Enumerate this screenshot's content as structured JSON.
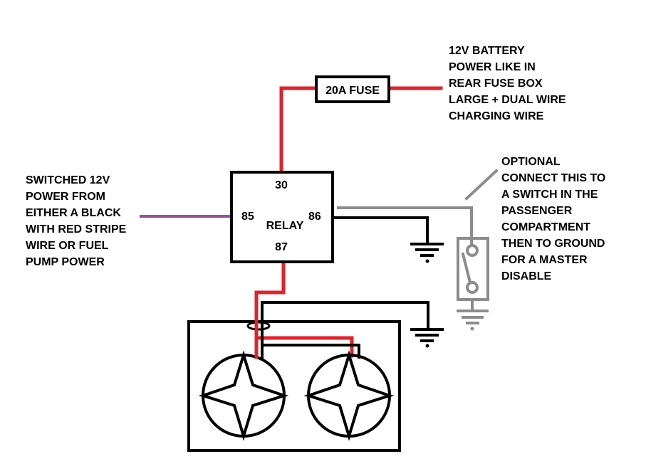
{
  "colors": {
    "red_wire": "#e0222a",
    "black_wire": "#000000",
    "gray_wire": "#8c8c8c",
    "purple_wire": "#9b4f9b"
  },
  "fuse": {
    "label": "20A FUSE"
  },
  "relay": {
    "label": "RELAY",
    "pins": {
      "p30": "30",
      "p85": "85",
      "p86": "86",
      "p87": "87"
    }
  },
  "battery_note": {
    "lines": [
      "12V BATTERY",
      "POWER LIKE IN",
      "REAR FUSE BOX",
      "LARGE + DUAL WIRE",
      "CHARGING WIRE"
    ]
  },
  "switched_note": {
    "lines": [
      "SWITCHED 12V",
      "POWER FROM",
      "EITHER A BLACK",
      "WITH RED STRIPE",
      "WIRE OR FUEL",
      "PUMP POWER"
    ]
  },
  "optional_note": {
    "lines": [
      "OPTIONAL",
      "CONNECT THIS TO",
      "A SWITCH IN THE",
      "PASSENGER",
      "COMPARTMENT",
      "THEN TO GROUND",
      "FOR A MASTER",
      "DISABLE"
    ]
  },
  "components": {
    "grounds": [
      "ground-relay-86",
      "ground-fans",
      "ground-switch"
    ],
    "fans": [
      "fan-left",
      "fan-right"
    ],
    "switch": "optional-master-switch"
  }
}
